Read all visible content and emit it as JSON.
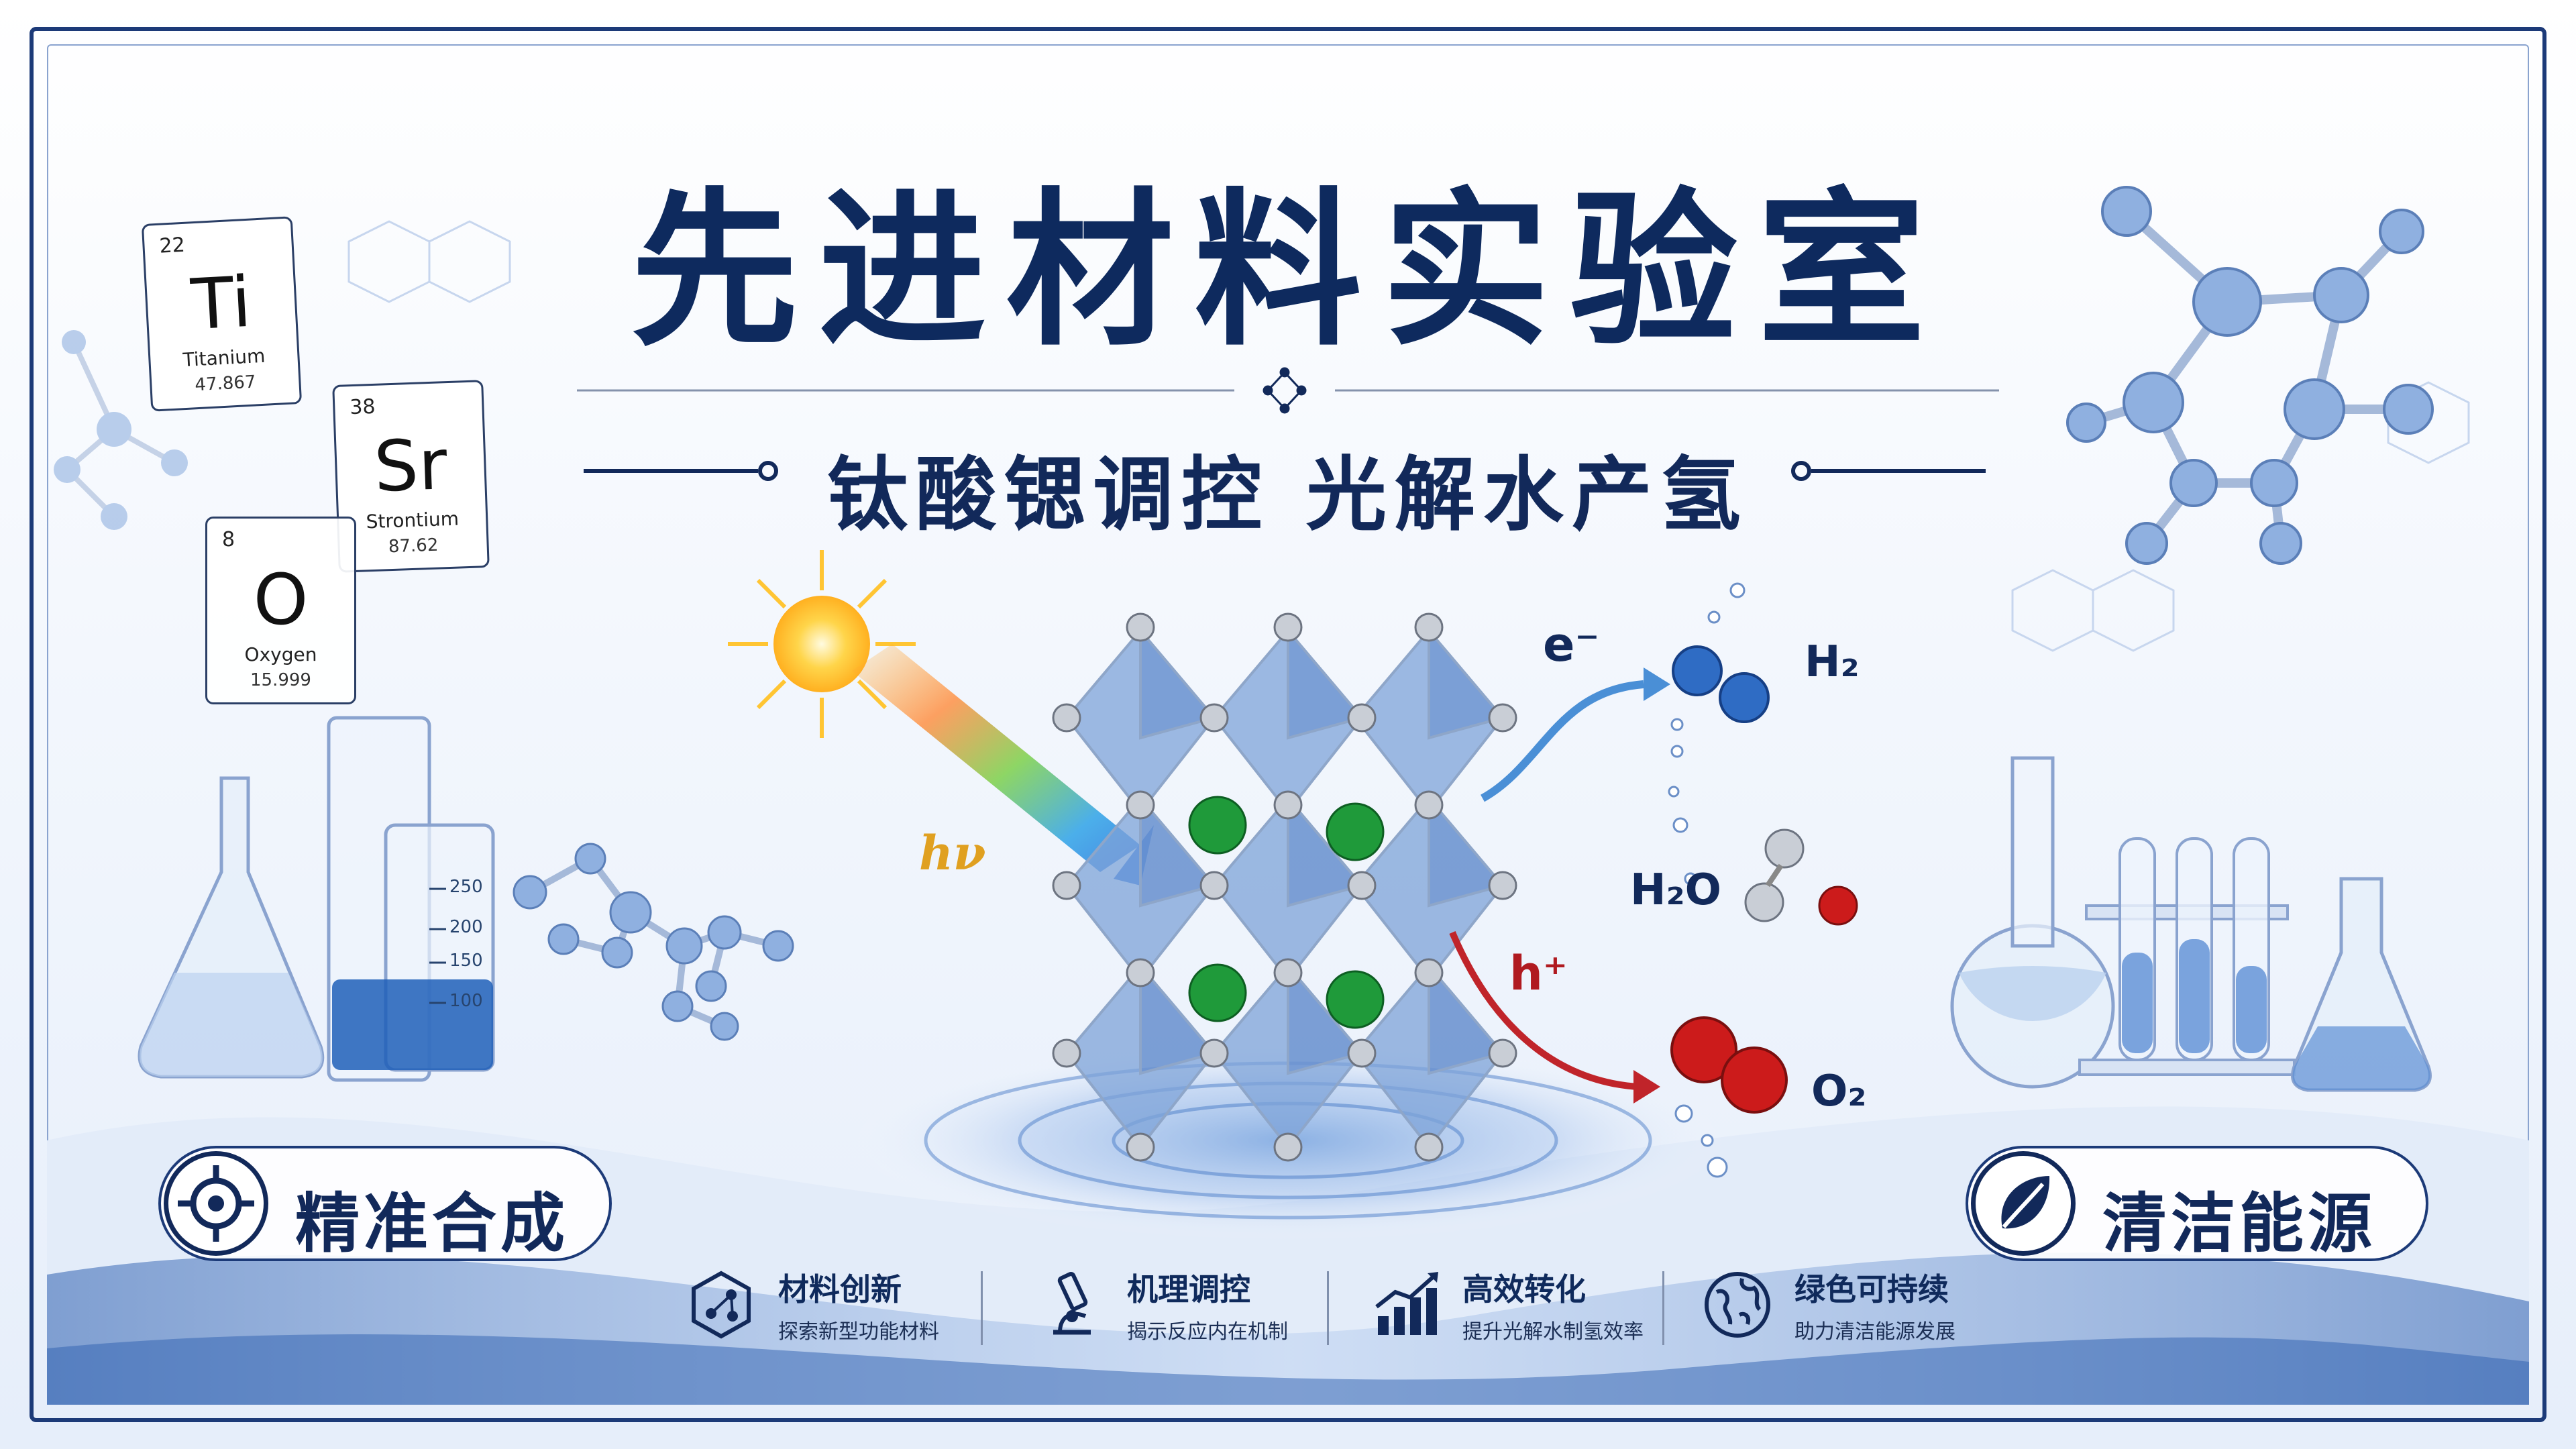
{
  "title": "先进材料实验室",
  "subtitle": "钛酸锶调控 光解水产氢",
  "elements": [
    {
      "number": "22",
      "symbol": "Ti",
      "name": "Titanium",
      "mass": "47.867"
    },
    {
      "number": "38",
      "symbol": "Sr",
      "name": "Strontium",
      "mass": "87.62"
    },
    {
      "number": "8",
      "symbol": "O",
      "name": "Oxygen",
      "mass": "15.999"
    }
  ],
  "diagram": {
    "photon": "hν",
    "electron": "e⁻",
    "hole": "h⁺",
    "hydrogen": "H₂",
    "water": "H₂O",
    "oxygen": "O₂"
  },
  "beaker_marks": [
    "250",
    "200",
    "150",
    "100"
  ],
  "badges": {
    "left": {
      "label": "精准合成",
      "icon": "target-icon"
    },
    "right": {
      "label": "清洁能源",
      "icon": "leaf-icon"
    }
  },
  "features": [
    {
      "title": "材料创新",
      "desc": "探索新型功能材料",
      "icon": "molecule-hexagon-icon"
    },
    {
      "title": "机理调控",
      "desc": "揭示反应内在机制",
      "icon": "microscope-icon"
    },
    {
      "title": "高效转化",
      "desc": "提升光解水制氢效率",
      "icon": "bar-chart-growth-icon"
    },
    {
      "title": "绿色可持续",
      "desc": "助力清洁能源发展",
      "icon": "globe-icon"
    }
  ],
  "colors": {
    "navy": "#12295a",
    "frame": "#1c3a78",
    "crystal_blue": "#7ea3d8",
    "green_atom": "#1f9a3a",
    "oxygen_red": "#cc1b1b",
    "electron_arrow": "#4a8fd6",
    "hole_arrow": "#c0242a"
  }
}
